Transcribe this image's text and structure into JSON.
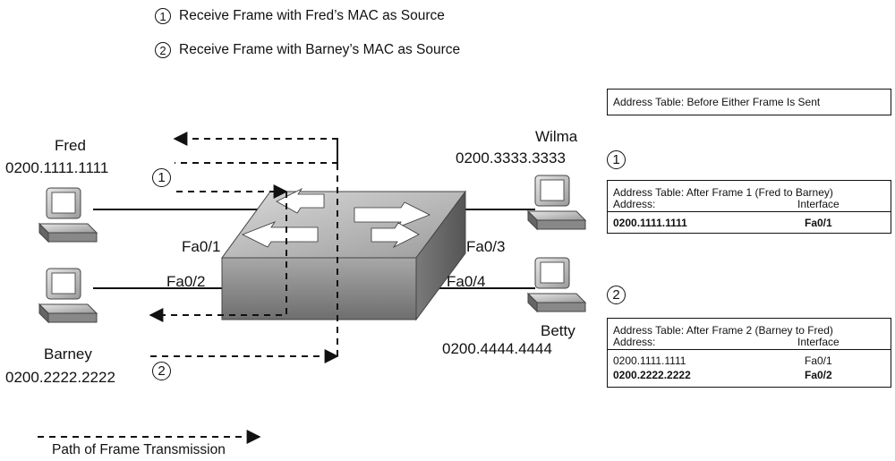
{
  "legend_top": [
    {
      "num": "1",
      "text": "Receive Frame with Fred’s MAC as Source"
    },
    {
      "num": "2",
      "text": "Receive Frame with Barney’s MAC as Source"
    }
  ],
  "hosts": {
    "fred": {
      "name": "Fred",
      "mac": "0200.1111.1111"
    },
    "barney": {
      "name": "Barney",
      "mac": "0200.2222.2222"
    },
    "wilma": {
      "name": "Wilma",
      "mac": "0200.3333.3333"
    },
    "betty": {
      "name": "Betty",
      "mac": "0200.4444.4444"
    }
  },
  "ports": {
    "fa01": "Fa0/1",
    "fa02": "Fa0/2",
    "fa03": "Fa0/3",
    "fa04": "Fa0/4"
  },
  "markers": {
    "path1": "1",
    "path2": "2",
    "table1": "1",
    "table2": "2"
  },
  "tables": {
    "before": {
      "title": "Address Table:  Before Either Frame Is Sent"
    },
    "after1": {
      "title": "Address Table:  After Frame 1 (Fred to Barney)",
      "col_address": "Address:",
      "col_interface": "Interface",
      "rows": [
        {
          "address": "0200.1111.1111",
          "interface": "Fa0/1"
        }
      ]
    },
    "after2": {
      "title": "Address Table:  After Frame 2 (Barney to Fred)",
      "col_address": "Address:",
      "col_interface": "Interface",
      "rows": [
        {
          "address": "0200.1111.1111",
          "interface": "Fa0/1"
        },
        {
          "address": "0200.2222.2222",
          "interface": "Fa0/2"
        }
      ]
    }
  },
  "legend_bottom": {
    "text": "Path of Frame Transmission"
  }
}
